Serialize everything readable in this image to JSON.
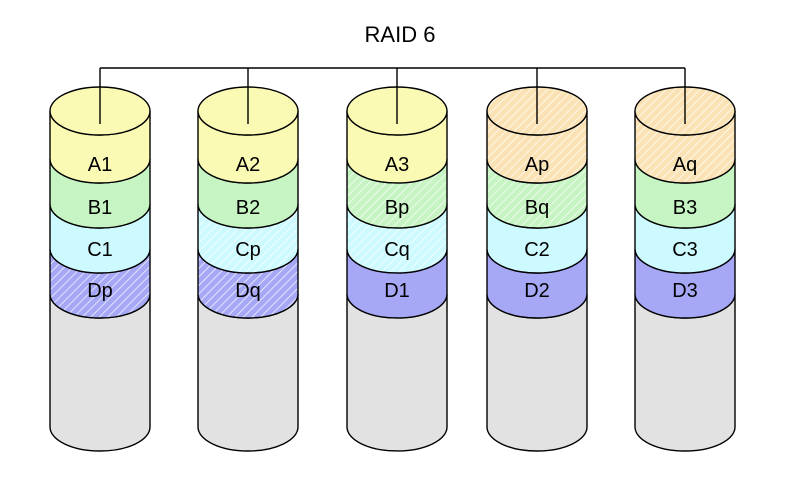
{
  "diagram": {
    "title": "RAID 6",
    "colors": {
      "A": "#fafab4",
      "B": "#c6f4c2",
      "C": "#cdfaff",
      "D": "#a6a8f6",
      "empty": "#e2e2e2",
      "parity": "#fbe2b4",
      "outline": "#000000"
    },
    "disks": [
      {
        "blocks": [
          {
            "label": "A1",
            "group": "A",
            "parity": false
          },
          {
            "label": "B1",
            "group": "B",
            "parity": false
          },
          {
            "label": "C1",
            "group": "C",
            "parity": false
          },
          {
            "label": "Dp",
            "group": "D",
            "parity": true
          }
        ]
      },
      {
        "blocks": [
          {
            "label": "A2",
            "group": "A",
            "parity": false
          },
          {
            "label": "B2",
            "group": "B",
            "parity": false
          },
          {
            "label": "Cp",
            "group": "C",
            "parity": true
          },
          {
            "label": "Dq",
            "group": "D",
            "parity": true
          }
        ]
      },
      {
        "blocks": [
          {
            "label": "A3",
            "group": "A",
            "parity": false
          },
          {
            "label": "Bp",
            "group": "B",
            "parity": true
          },
          {
            "label": "Cq",
            "group": "C",
            "parity": true
          },
          {
            "label": "D1",
            "group": "D",
            "parity": false
          }
        ]
      },
      {
        "blocks": [
          {
            "label": "Ap",
            "group": "A",
            "parity": true
          },
          {
            "label": "Bq",
            "group": "B",
            "parity": true
          },
          {
            "label": "C2",
            "group": "C",
            "parity": false
          },
          {
            "label": "D2",
            "group": "D",
            "parity": false
          }
        ]
      },
      {
        "blocks": [
          {
            "label": "Aq",
            "group": "A",
            "parity": true
          },
          {
            "label": "B3",
            "group": "B",
            "parity": false
          },
          {
            "label": "C3",
            "group": "C",
            "parity": false
          },
          {
            "label": "D3",
            "group": "D",
            "parity": false
          }
        ]
      }
    ]
  }
}
